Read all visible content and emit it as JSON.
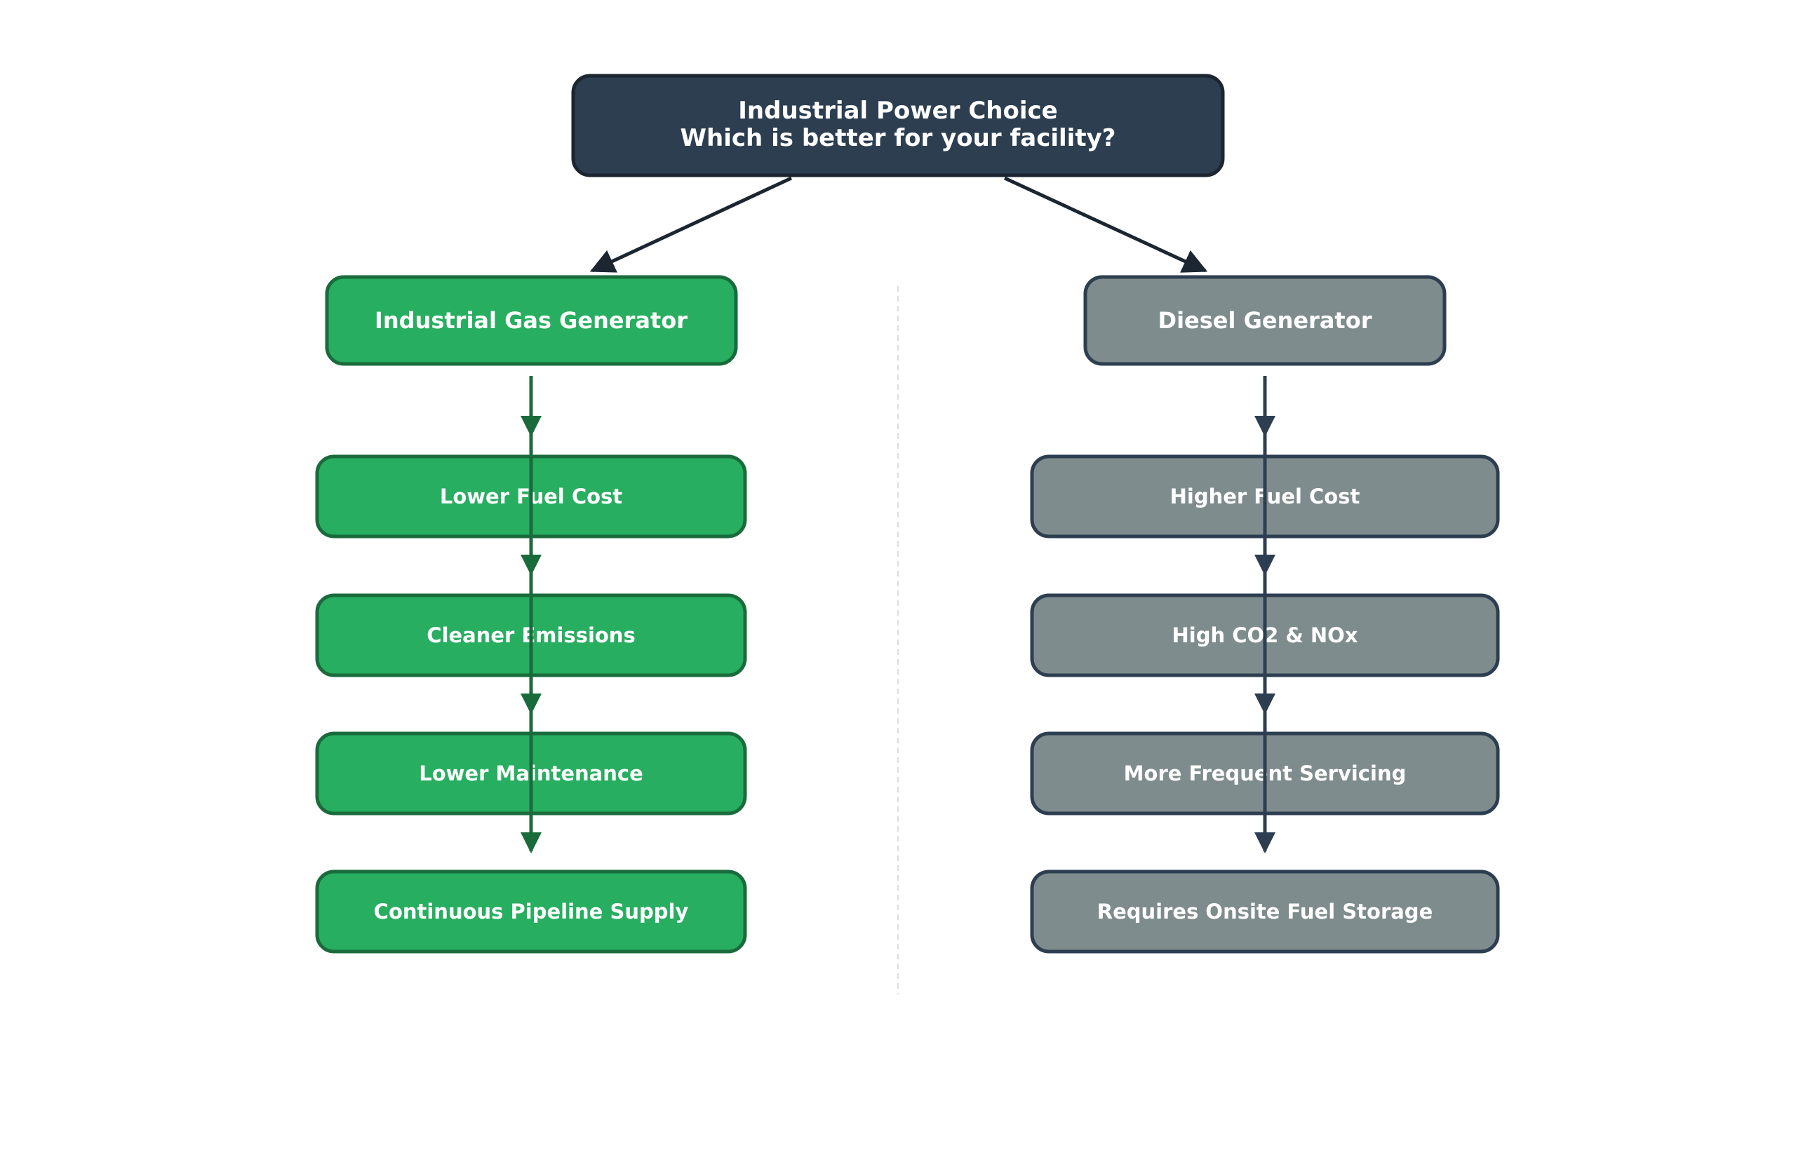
{
  "title": {
    "line1": "Industrial Power Choice",
    "line2": "Which is better for your facility?"
  },
  "left_branch": {
    "header": "Industrial Gas Generator",
    "items": [
      "Lower Fuel Cost",
      "Cleaner Emissions",
      "Lower Maintenance",
      "Continuous Pipeline Supply"
    ]
  },
  "right_branch": {
    "header": "Diesel Generator",
    "items": [
      "Higher Fuel Cost",
      "High CO2 & NOx",
      "More Frequent Servicing",
      "Requires Onsite Fuel Storage"
    ]
  },
  "colors": {
    "root_fill": "#2c3e50",
    "root_stroke": "#1b2631",
    "gas_fill": "#27ae60",
    "gas_stroke": "#1a6b3c",
    "diesel_fill": "#7f8c8d",
    "diesel_stroke": "#2c3e50",
    "divider": "#dddddd"
  }
}
